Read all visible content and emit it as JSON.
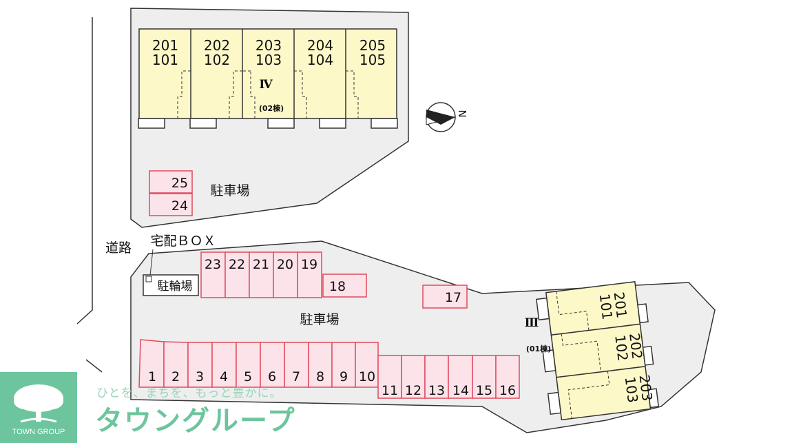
{
  "building_iv": {
    "units": [
      {
        "top": "201",
        "bottom": "101"
      },
      {
        "top": "202",
        "bottom": "102"
      },
      {
        "top": "203",
        "bottom": "103"
      },
      {
        "top": "204",
        "bottom": "104"
      },
      {
        "top": "205",
        "bottom": "105"
      }
    ],
    "label": "Ⅳ",
    "code": "(02棟)"
  },
  "building_iii": {
    "units": [
      {
        "top": "201",
        "bottom": "101"
      },
      {
        "top": "202",
        "bottom": "102"
      },
      {
        "top": "203",
        "bottom": "103"
      }
    ],
    "label": "Ⅲ",
    "code": "(01棟)"
  },
  "compass": {
    "north_label": "N"
  },
  "labels": {
    "parking_top": "駐車場",
    "parking_main": "駐車場",
    "road": "道路",
    "delivery_box": "宅配ＢＯＸ",
    "bicycle_parking": "駐輪場"
  },
  "parking_spots": [
    "1",
    "2",
    "3",
    "4",
    "5",
    "6",
    "7",
    "8",
    "9",
    "10",
    "11",
    "12",
    "13",
    "14",
    "15",
    "16",
    "17",
    "18",
    "19",
    "20",
    "21",
    "22",
    "23",
    "24",
    "25"
  ],
  "branding": {
    "tagline": "ひとを、まちを、もっと豊かに。",
    "brand_name": "タウングループ",
    "logo_text": "TOWN GROUP"
  },
  "colors": {
    "lot": "#eeeeee",
    "building": "#fdf8c8",
    "parking_fill": "#fce3ea",
    "parking_border": "#e04a5c",
    "brand": "#6cc59c"
  }
}
